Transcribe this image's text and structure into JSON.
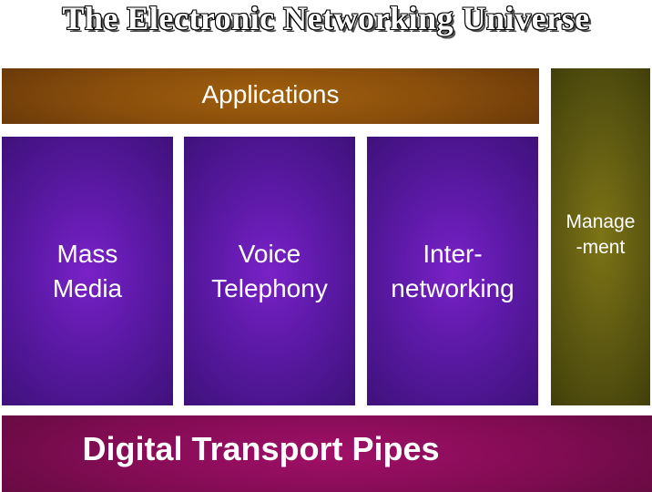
{
  "title": "The Electronic Networking Universe",
  "applications": "Applications",
  "management": {
    "line1": "Manage",
    "line2": "-ment"
  },
  "columns": [
    {
      "line1": "Mass",
      "line2": "Media"
    },
    {
      "line1": "Voice",
      "line2": "Telephony"
    },
    {
      "line1": "Inter-",
      "line2": "networking"
    }
  ],
  "transport": "Digital Transport Pipes",
  "colors": {
    "applications": "#8a4e0c",
    "management": "#5f5a12",
    "columns": "#5f1aaa",
    "transport": "#850c55"
  }
}
